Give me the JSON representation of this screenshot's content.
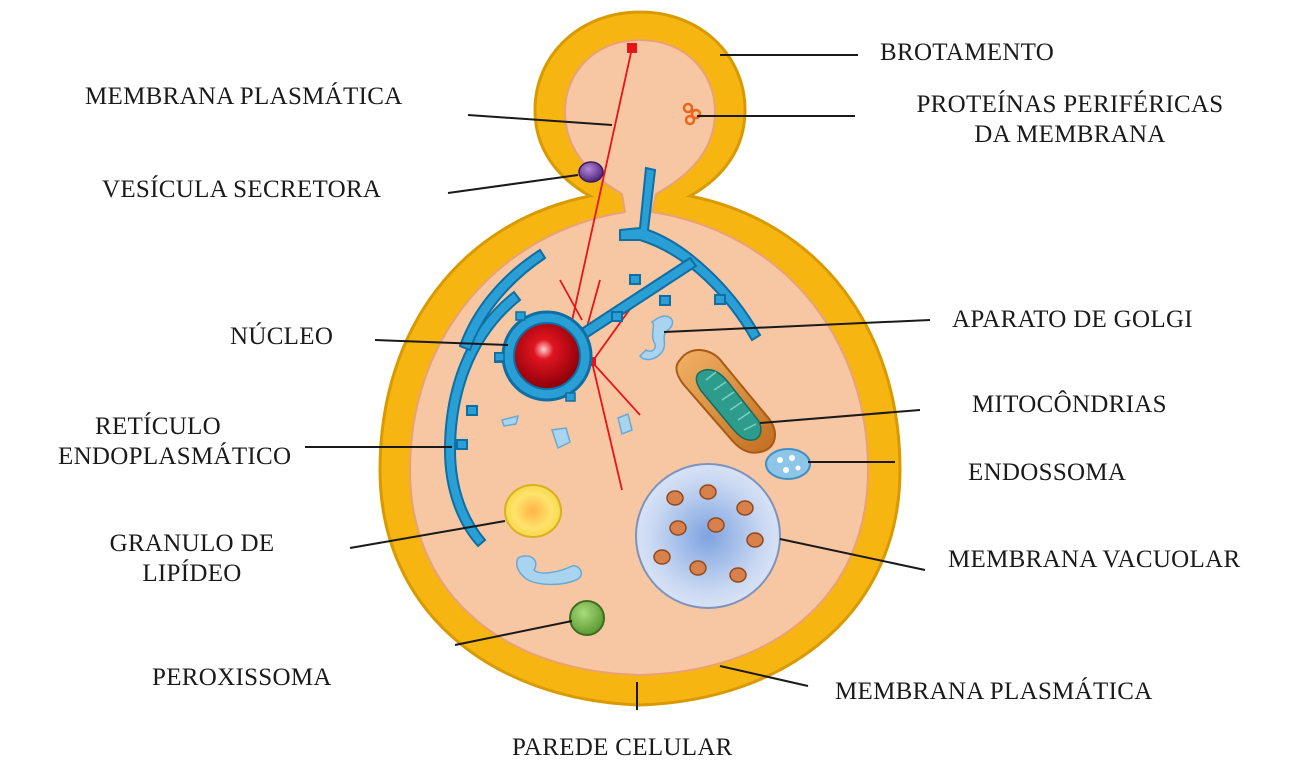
{
  "colors": {
    "cell_wall": "#f6b511",
    "cell_wall_edge": "#d99a00",
    "cytoplasm": "#f7c6a3",
    "er": "#2a9fd6",
    "er_edge": "#0f6ea3",
    "nucleus_outer": "#2a9fd6",
    "nucleus_inner": "#cc0a18",
    "spindle": "#e8141a",
    "vesicle": "#7b3fa8",
    "lipid": "#ffe66b",
    "peroxisome": "#79b84a",
    "vacuole": "#c9d8f2",
    "vacuole_dots": "#d9814c",
    "golgi": "#a8d4ef",
    "mito_outer": "#e89a46",
    "mito_inner": "#2e9c8c",
    "leader": "#1a1a1a"
  },
  "labels": {
    "brotamento": "BROTAMENTO",
    "membrana_plasmatica_top": "MEMBRANA PLASMÁTICA",
    "proteinas_1": "PROTEÍNAS PERIFÉRICAS",
    "proteinas_2": "DA MEMBRANA",
    "vesicula": "VESÍCULA SECRETORA",
    "nucleo": "NÚCLEO",
    "aparato": "APARATO DE GOLGI",
    "reticulo_1": "RETÍCULO",
    "reticulo_2": "ENDOPLASMÁTICO",
    "mitocondrias": "MITOCÔNDRIAS",
    "endossoma": "ENDOSSOMA",
    "granulo_1": "GRANULO DE",
    "granulo_2": "LIPÍDEO",
    "membrana_vacuolar": "MEMBRANA VACUOLAR",
    "peroxissoma": "PEROXISSOMA",
    "membrana_plasmatica_bottom": "MEMBRANA PLASMÁTICA",
    "parede_celular": "PAREDE CELULAR"
  }
}
